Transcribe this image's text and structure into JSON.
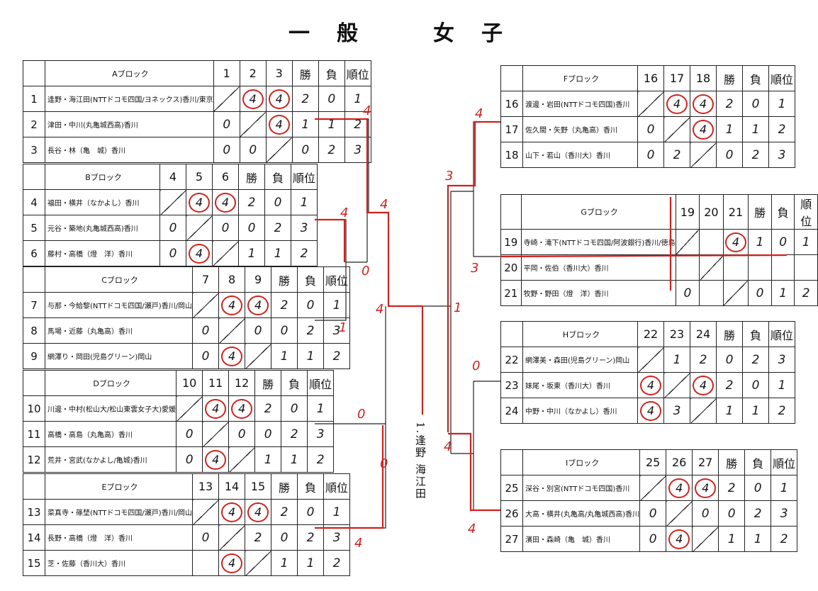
{
  "title": "一般　女子",
  "headers": {
    "win": "勝",
    "loss": "負",
    "rank": "順位"
  },
  "blocks": [
    {
      "name": "Aブロック",
      "cols": [
        "1",
        "2",
        "3"
      ],
      "rows": [
        {
          "no": "1",
          "name": "逢野・海江田(NTTドコモ四国/ヨネックス)香川/東京",
          "results": [
            "",
            "4",
            "4"
          ],
          "win": "2",
          "loss": "0",
          "rank": "1"
        },
        {
          "no": "2",
          "name": "津田・中川(丸亀城西高)香川",
          "results": [
            "0",
            "",
            "4"
          ],
          "win": "1",
          "loss": "1",
          "rank": "2"
        },
        {
          "no": "3",
          "name": "長谷・林（亀　城）香川",
          "results": [
            "0",
            "0",
            ""
          ],
          "win": "0",
          "loss": "2",
          "rank": "3"
        }
      ]
    },
    {
      "name": "Bブロック",
      "cols": [
        "4",
        "5",
        "6"
      ],
      "rows": [
        {
          "no": "4",
          "name": "福田・横井（なかよし）香川",
          "results": [
            "",
            "4",
            "4"
          ],
          "win": "2",
          "loss": "0",
          "rank": "1"
        },
        {
          "no": "5",
          "name": "元谷・築地(丸亀城西高)香川",
          "results": [
            "0",
            "",
            "0"
          ],
          "win": "0",
          "loss": "2",
          "rank": "3"
        },
        {
          "no": "6",
          "name": "藤村・高橋（燈　洋）香川",
          "results": [
            "0",
            "4",
            ""
          ],
          "win": "1",
          "loss": "1",
          "rank": "2"
        }
      ]
    },
    {
      "name": "Cブロック",
      "cols": [
        "7",
        "8",
        "9"
      ],
      "rows": [
        {
          "no": "7",
          "name": "与那・今給黎(NTTドコモ四国/瀬戸)香川/岡山",
          "results": [
            "",
            "4",
            "4"
          ],
          "win": "2",
          "loss": "0",
          "rank": "1"
        },
        {
          "no": "8",
          "name": "馬場・近藤（丸亀高）香川",
          "results": [
            "0",
            "",
            "0"
          ],
          "win": "0",
          "loss": "2",
          "rank": "3"
        },
        {
          "no": "9",
          "name": "網澤り・岡田(児島グリーン)岡山",
          "results": [
            "0",
            "4",
            ""
          ],
          "win": "1",
          "loss": "1",
          "rank": "2"
        }
      ]
    },
    {
      "name": "Dブロック",
      "cols": [
        "10",
        "11",
        "12"
      ],
      "rows": [
        {
          "no": "10",
          "name": "川邊・中村(松山大/松山東雲女子大)愛媛",
          "results": [
            "",
            "4",
            "4"
          ],
          "win": "2",
          "loss": "0",
          "rank": "1"
        },
        {
          "no": "11",
          "name": "高橋・高島（丸亀高）香川",
          "results": [
            "0",
            "",
            "0"
          ],
          "win": "0",
          "loss": "2",
          "rank": "3"
        },
        {
          "no": "12",
          "name": "荒井・宮武(なかよし/亀城)香川",
          "results": [
            "0",
            "4",
            ""
          ],
          "win": "1",
          "loss": "1",
          "rank": "2"
        }
      ]
    },
    {
      "name": "Eブロック",
      "cols": [
        "13",
        "14",
        "15"
      ],
      "rows": [
        {
          "no": "13",
          "name": "菜真寺・篠埜(NTTドコモ四国/瀬戸)香川/岡山",
          "results": [
            "",
            "4",
            "4"
          ],
          "win": "2",
          "loss": "0",
          "rank": "1"
        },
        {
          "no": "14",
          "name": "長野・高橋（燈　洋）香川",
          "results": [
            "0",
            "",
            "2"
          ],
          "win": "0",
          "loss": "2",
          "rank": "3"
        },
        {
          "no": "15",
          "name": "芝・佐藤（香川大）香川",
          "results": [
            "",
            "4",
            ""
          ],
          "win": "1",
          "loss": "1",
          "rank": "2"
        }
      ]
    },
    {
      "name": "Fブロック",
      "cols": [
        "16",
        "17",
        "18"
      ],
      "rows": [
        {
          "no": "16",
          "name": "渡邊・岩田(NTTドコモ四国)香川",
          "results": [
            "",
            "4",
            "4"
          ],
          "win": "2",
          "loss": "0",
          "rank": "1"
        },
        {
          "no": "17",
          "name": "佐久間・矢野（丸亀高）香川",
          "results": [
            "0",
            "",
            "4"
          ],
          "win": "1",
          "loss": "1",
          "rank": "2"
        },
        {
          "no": "18",
          "name": "山下・若山（香川大）香川",
          "results": [
            "0",
            "2",
            ""
          ],
          "win": "0",
          "loss": "2",
          "rank": "3"
        }
      ]
    },
    {
      "name": "Gブロック",
      "cols": [
        "19",
        "20",
        "21"
      ],
      "rows": [
        {
          "no": "19",
          "name": "寺崎・滝下(NTTドコモ四国/阿波銀行)香川/徳島",
          "results": [
            "",
            "",
            "4"
          ],
          "win": "1",
          "loss": "0",
          "rank": "1"
        },
        {
          "no": "20",
          "name": "平岡・佐伯（香川大）香川",
          "results": [
            "",
            "",
            ""
          ],
          "win": "",
          "loss": "",
          "rank": ""
        },
        {
          "no": "21",
          "name": "牧野・野田（燈　洋）香川",
          "results": [
            "0",
            "",
            ""
          ],
          "win": "0",
          "loss": "1",
          "rank": "2"
        }
      ]
    },
    {
      "name": "Hブロック",
      "cols": [
        "22",
        "23",
        "24"
      ],
      "rows": [
        {
          "no": "22",
          "name": "網澤美・森田(児島グリーン)岡山",
          "results": [
            "",
            "1",
            "2"
          ],
          "win": "0",
          "loss": "2",
          "rank": "3"
        },
        {
          "no": "23",
          "name": "妹尾・坂東（香川大）香川",
          "results": [
            "4",
            "",
            "4"
          ],
          "win": "2",
          "loss": "0",
          "rank": "1"
        },
        {
          "no": "24",
          "name": "中野・中川（なかよし）香川",
          "results": [
            "4",
            "3",
            ""
          ],
          "win": "1",
          "loss": "1",
          "rank": "2"
        }
      ]
    },
    {
      "name": "Iブロック",
      "cols": [
        "25",
        "26",
        "27"
      ],
      "rows": [
        {
          "no": "25",
          "name": "深谷・別宮(NTTドコモ四国)香川",
          "results": [
            "",
            "4",
            "4"
          ],
          "win": "2",
          "loss": "0",
          "rank": "1"
        },
        {
          "no": "26",
          "name": "大高・横井(丸亀高/丸亀城西高)香川",
          "results": [
            "0",
            "",
            "0"
          ],
          "win": "0",
          "loss": "2",
          "rank": "3"
        },
        {
          "no": "27",
          "name": "濱田・森崎（亀　城）香川",
          "results": [
            "0",
            "4",
            ""
          ],
          "win": "1",
          "loss": "1",
          "rank": "2"
        }
      ]
    }
  ],
  "bracket_scores": [
    "4",
    "4",
    "4",
    "0",
    "1",
    "4",
    "0",
    "0",
    "4",
    "4",
    "3",
    "3",
    "1",
    "0",
    "4",
    "4"
  ],
  "winner": "1.逢野 海江田"
}
